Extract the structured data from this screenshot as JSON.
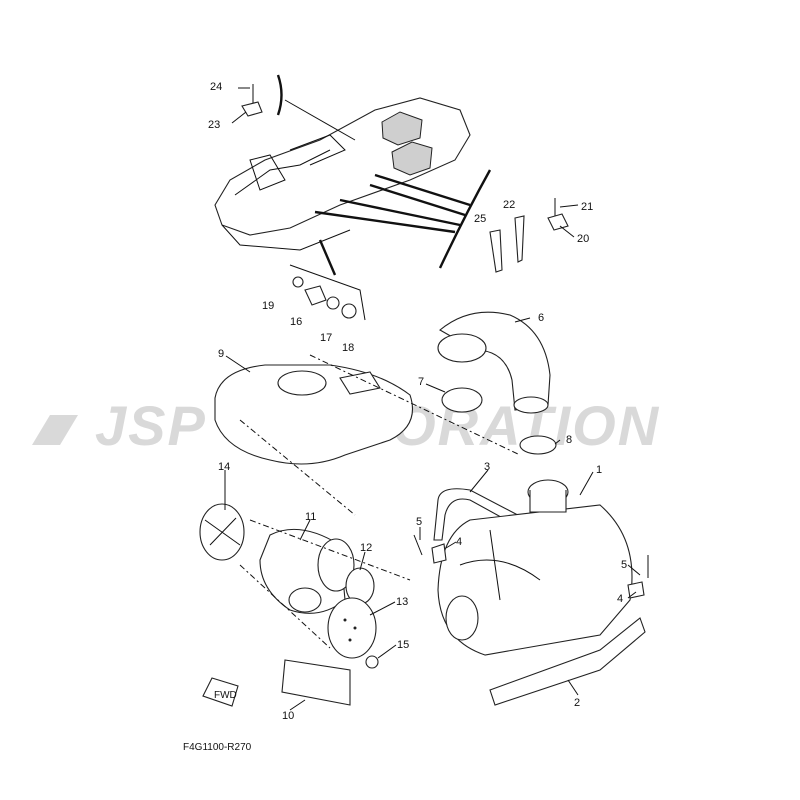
{
  "watermark": "JSP CORPORATION",
  "diagram_code": "F4G1100-R270",
  "fwd_label": "FWD",
  "callouts": {
    "c1": "1",
    "c2": "2",
    "c3": "3",
    "c4a": "4",
    "c4b": "4",
    "c5a": "5",
    "c5b": "5",
    "c6": "6",
    "c7": "7",
    "c8": "8",
    "c9": "9",
    "c10": "10",
    "c11": "11",
    "c12": "12",
    "c13": "13",
    "c14": "14",
    "c15": "15",
    "c16": "16",
    "c17": "17",
    "c18": "18",
    "c19": "19",
    "c20": "20",
    "c21": "21",
    "c22": "22",
    "c23": "23",
    "c24": "24",
    "c25": "25"
  }
}
